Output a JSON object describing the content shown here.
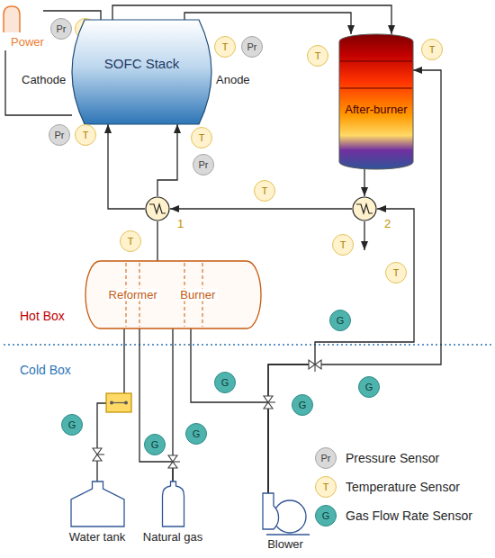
{
  "diagram": {
    "nodes": [
      {
        "text": [
          "Power"
        ]
      },
      {
        "text": [
          "Pr"
        ]
      },
      {
        "text": [
          "T"
        ]
      },
      {
        "text": [
          "SOFC Stack"
        ]
      },
      {
        "text": [
          "T"
        ]
      },
      {
        "text": [
          "Pr"
        ]
      },
      {
        "text": [
          "T"
        ]
      },
      {
        "text": [
          "T"
        ]
      },
      {
        "text": [
          "After-burner"
        ]
      },
      {
        "text": [
          "Pr"
        ]
      },
      {
        "text": [
          "T"
        ]
      },
      {
        "text": [
          "T"
        ]
      },
      {
        "text": [
          "Pr"
        ]
      },
      {
        "text": [
          "T"
        ]
      },
      {
        "text": [
          "1"
        ]
      },
      {
        "text": [
          "2"
        ]
      },
      {
        "text": [
          "T"
        ]
      },
      {
        "text": [
          "T"
        ]
      },
      {
        "text": [
          "Reformer",
          "Burner"
        ]
      },
      {
        "text": [
          "T"
        ]
      },
      {
        "text": [
          "G"
        ]
      },
      {
        "text": [
          "G"
        ]
      },
      {
        "text": [
          "G"
        ]
      },
      {
        "text": [
          "G"
        ]
      },
      {
        "text": [
          "G"
        ]
      },
      {
        "text": [
          "G"
        ]
      },
      {
        "text": [
          "G"
        ]
      },
      {
        "text": [
          "Water tank"
        ]
      },
      {
        "text": [
          "Natural gas"
        ]
      },
      {
        "text": [
          "Blower"
        ]
      }
    ],
    "edges": [
      {
        "from": 0,
        "to": 3,
        "arrow": "none"
      },
      {
        "from": 0,
        "to": 3,
        "arrow": "none"
      },
      {
        "from": 3,
        "to": 8,
        "arrow": "to"
      },
      {
        "from": 3,
        "to": 8,
        "arrow": "to"
      },
      {
        "from": 14,
        "to": 3,
        "arrow": "to"
      },
      {
        "from": 14,
        "to": 3,
        "arrow": "to"
      },
      {
        "from": 18,
        "to": 14,
        "arrow": "none"
      },
      {
        "from": 15,
        "to": 14,
        "arrow": "to"
      },
      {
        "from": 8,
        "to": 15,
        "arrow": "to"
      },
      {
        "from": 27,
        "to": 18,
        "arrow": "none"
      },
      {
        "from": 28,
        "to": 18,
        "arrow": "none"
      },
      {
        "from": 28,
        "to": 18,
        "arrow": "none"
      },
      {
        "from": 29,
        "to": 18,
        "arrow": "none"
      },
      {
        "from": 29,
        "to": 15,
        "arrow": "to"
      },
      {
        "from": 29,
        "to": 8,
        "arrow": "to"
      }
    ],
    "labels": [
      "Cathode",
      "Anode",
      "Hot Box",
      "Cold Box",
      "Pr",
      "T",
      "G"
    ],
    "legend": [
      {
        "text": "Pressure Sensor"
      },
      {
        "text": "Temperature Sensor"
      },
      {
        "text": "Gas Flow Rate Sensor"
      }
    ]
  }
}
